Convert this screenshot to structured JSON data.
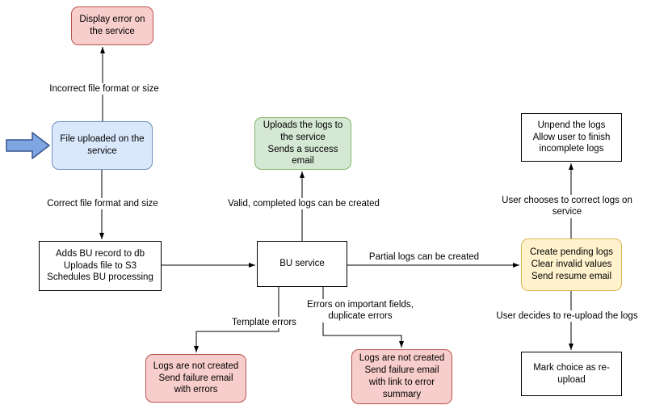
{
  "colors": {
    "canvas-bg": "#ffffff",
    "text": "#000000",
    "line": "#000000",
    "pink-fill": "#f8cecc",
    "pink-stroke": "#b85450",
    "blue-fill": "#dae8fc",
    "blue-stroke": "#6c8ebf",
    "green-fill": "#d5e8d4",
    "green-stroke": "#82b366",
    "yellow-fill": "#fff2cc",
    "yellow-stroke": "#d6b656",
    "white-fill": "#ffffff",
    "black-stroke": "#000000",
    "block-arrow-fill": "#7ea6e0",
    "block-arrow-stroke": "#36538f"
  },
  "nodes": {
    "display_error": {
      "label": "Display error on the service"
    },
    "file_uploaded": {
      "label": "File uploaded on the service"
    },
    "adds_bu_record": {
      "label": "Adds BU record to db\nUploads file to S3\nSchedules BU processing"
    },
    "bu_service": {
      "label": "BU service"
    },
    "upload_success": {
      "label": "Uploads the logs to the service\nSends a success email"
    },
    "unpend_logs": {
      "label": "Unpend the logs\nAllow user to finish incomplete logs"
    },
    "create_pending": {
      "label": "Create pending logs\nClear invalid values\nSend resume email"
    },
    "mark_reupload": {
      "label": "Mark choice as re-upload"
    },
    "fail_errors": {
      "label": "Logs are not created\nSend failure email with errors"
    },
    "fail_summary": {
      "label": "Logs are not created\nSend failure email with link to error summary"
    }
  },
  "edge_labels": {
    "incorrect_format": "Incorrect file format or size",
    "correct_format": "Correct file format and size",
    "valid_logs": "Valid, completed logs can be created",
    "partial_logs": "Partial logs can be created",
    "user_correct": "User chooses to correct logs on service",
    "user_reupload": "User decides to re-upload the logs",
    "template_errors": "Template errors",
    "field_errors": "Errors on important fields,\nduplicate errors"
  }
}
